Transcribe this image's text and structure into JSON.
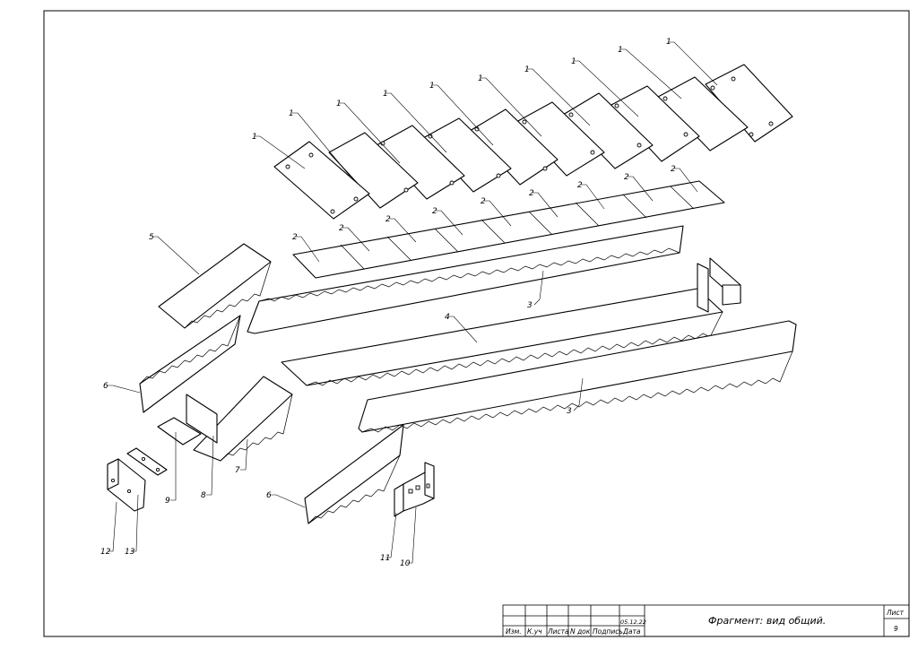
{
  "title_block": {
    "col_headers": [
      "Изм.",
      "К.уч",
      "Листа",
      "N док",
      "Подпись",
      "Дата"
    ],
    "date_value": "05.12.22",
    "title": "Фрагмент: вид общий.",
    "sheet_label": "Лист",
    "sheet_number": "9"
  },
  "callouts": {
    "part_1": "1",
    "part_2": "2",
    "part_3": "3",
    "part_4": "4",
    "part_5": "5",
    "part_6": "6",
    "part_7": "7",
    "part_8": "8",
    "part_9": "9",
    "part_10": "10",
    "part_11": "11",
    "part_12": "12",
    "part_13": "13"
  }
}
